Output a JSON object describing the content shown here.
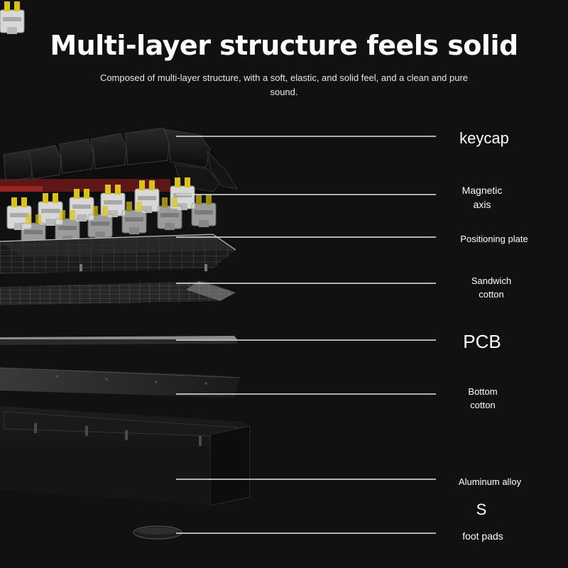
{
  "header": {
    "title": "Multi-layer structure feels solid",
    "subtitle": "Composed of multi-layer structure, with a soft, elastic, and solid feel, and a clean and pure sound."
  },
  "layers": [
    {
      "label": "keycap"
    },
    {
      "label": "Magnetic axis"
    },
    {
      "label": "Positioning plate"
    },
    {
      "label": "Sandwich cotton"
    },
    {
      "label": "PCB"
    },
    {
      "label": "Bottom cotton"
    },
    {
      "label": "Aluminum alloy"
    },
    {
      "label": "S"
    },
    {
      "label": "foot pads"
    }
  ],
  "colors": {
    "background": "#111111",
    "switch_stem": "#d9c21a",
    "switch_housing": "#e0e0e0",
    "accent_red": "#8a1c1c"
  }
}
